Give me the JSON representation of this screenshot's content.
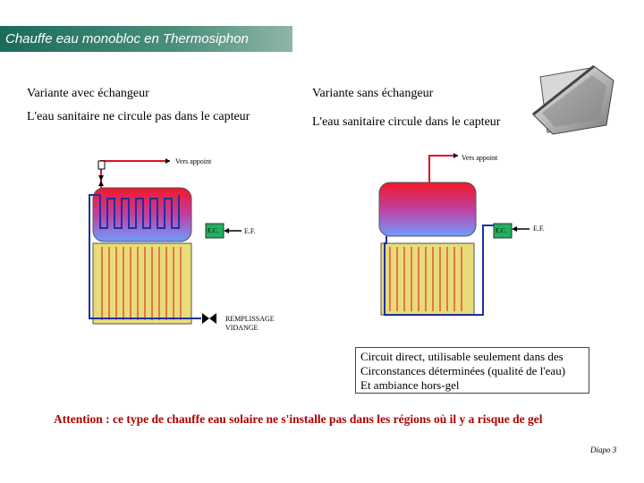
{
  "title": "Chauffe eau monobloc en Thermosiphon",
  "left": {
    "heading": "Variante avec échangeur",
    "subheading": "L'eau sanitaire ne circule pas dans le capteur",
    "vers_appoint": "Vers appoint",
    "ec_label": "E.C.",
    "ef_label": "E.F.",
    "remplissage": "REMPLISSAGE",
    "vidange": "VIDANGE"
  },
  "right": {
    "heading": "Variante sans échangeur",
    "subheading": "L'eau sanitaire circule dans le capteur",
    "vers_appoint": "Vers appoint",
    "ec_label": "E.C.",
    "ef_label": "E.F."
  },
  "note": {
    "line1": "Circuit direct, utilisable seulement dans des",
    "line2": "Circonstances déterminées (qualité de l'eau)",
    "line3": "Et ambiance hors-gel"
  },
  "warning": "Attention : ce type de chauffe eau solaire ne s'installe pas dans les régions où il y a risque de gel",
  "footer": "Diapo 3",
  "colors": {
    "hot": "#e01020",
    "cold": "#7aa0ff",
    "pipe": "#2030a0",
    "collector": "#e8dc78",
    "ec_box": "#20b060"
  }
}
